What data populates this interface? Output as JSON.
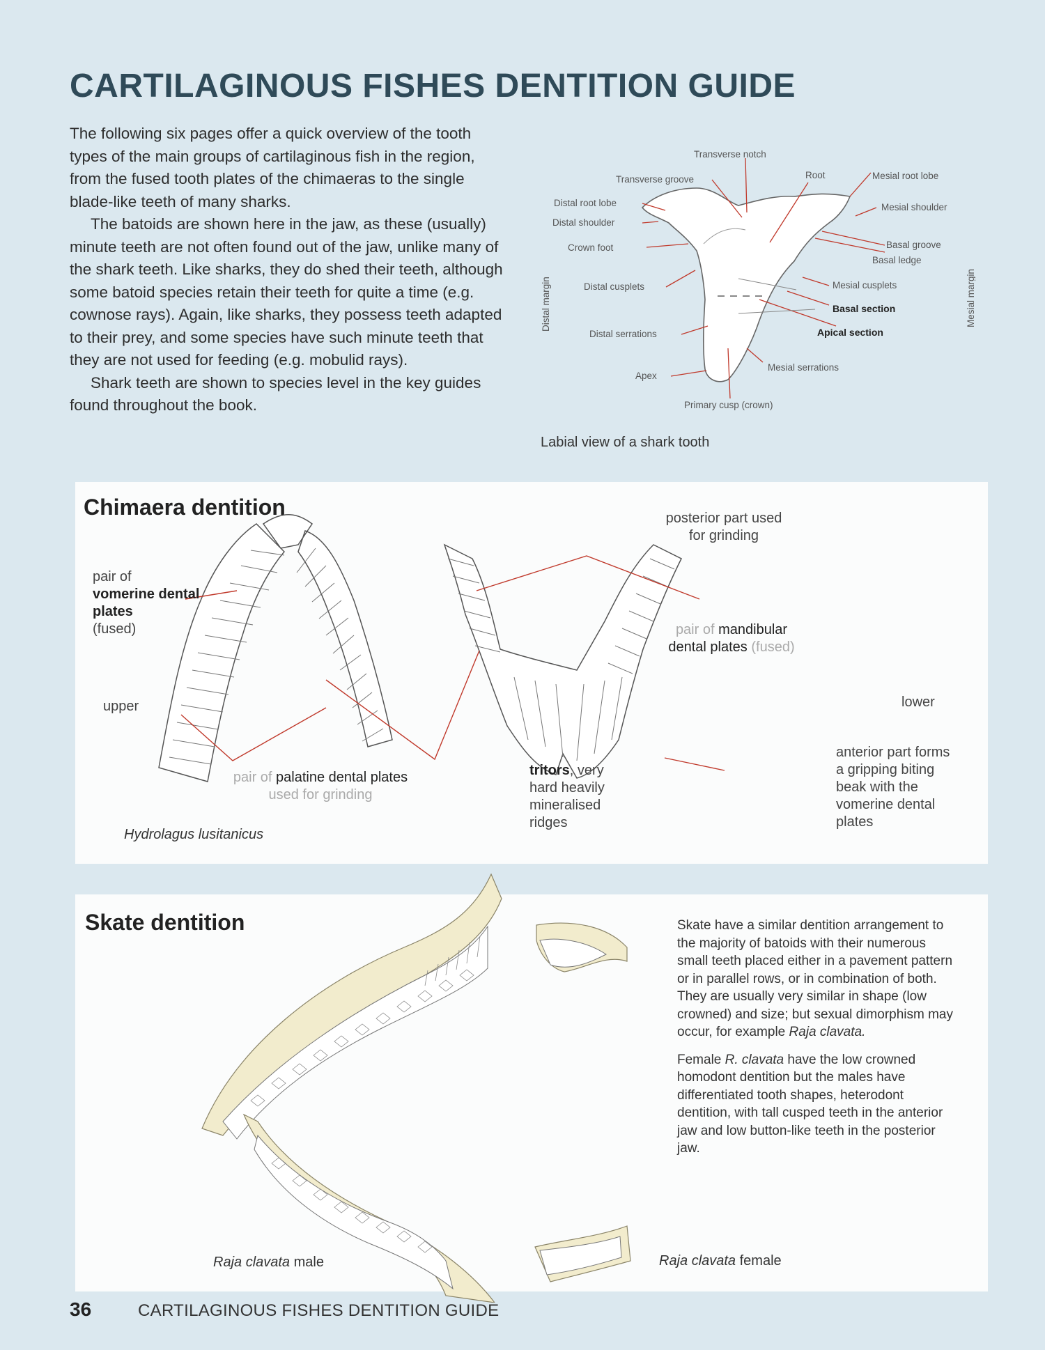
{
  "page": {
    "title": "CARTILAGINOUS FISHES DENTITION GUIDE",
    "intro": [
      "The following six pages offer a quick overview of the tooth types of the main groups of cartilaginous fish in the region, from the fused tooth plates of the chimaeras to the single blade-like teeth of many sharks.",
      "The batoids are shown here in the jaw, as these (usually) minute teeth are not often found out of the jaw, unlike many of the shark teeth. Like sharks, they do shed their teeth, although some batoid species retain their teeth for quite a time (e.g. cownose rays). Again, like sharks, they possess teeth adapted to their prey, and some species have such minute teeth that they are not used for feeding (e.g. mobulid rays).",
      "Shark teeth are shown to species level in the key guides found throughout the book."
    ]
  },
  "tooth": {
    "labels": {
      "transverse_notch": "Transverse notch",
      "transverse_groove": "Transverse groove",
      "root": "Root",
      "mesial_root_lobe": "Mesial root lobe",
      "distal_root_lobe": "Distal root lobe",
      "mesial_shoulder": "Mesial shoulder",
      "distal_shoulder": "Distal shoulder",
      "crown_foot": "Crown foot",
      "basal_groove": "Basal groove",
      "basal_ledge": "Basal ledge",
      "distal_cusplets": "Distal cusplets",
      "mesial_cusplets": "Mesial cusplets",
      "basal_section": "Basal section",
      "apical_section": "Apical section",
      "distal_serrations": "Distal serrations",
      "mesial_serrations": "Mesial serrations",
      "apex": "Apex",
      "primary_cusp": "Primary cusp (crown)",
      "distal_margin": "Distal margin",
      "mesial_margin": "Mesial margin"
    },
    "caption": "Labial view of a shark tooth"
  },
  "chimaera": {
    "heading": "Chimaera dentition",
    "vomerine_pre": "pair of",
    "vomerine_main": "vomerine dental plates",
    "vomerine_post": "(fused)",
    "upper": "upper",
    "lower": "lower",
    "posterior": "posterior part used for grinding",
    "mandibular_pre": "pair of",
    "mandibular_main": "mandibular dental plates",
    "mandibular_post": "(fused)",
    "palatine_pre": "pair of",
    "palatine_main": "palatine dental plates",
    "palatine_post": "used for grinding",
    "tritors_bold": "tritors",
    "tritors_rest": ", very hard heavily mineralised ridges",
    "anterior": "anterior part forms a gripping biting beak with the vomerine dental plates",
    "species": "Hydrolagus lusitanicus"
  },
  "skate": {
    "heading": "Skate dentition",
    "para1_text": "Skate have a similar dentition arrangement to the majority of batoids with their numerous small teeth placed either in a pavement pattern or in parallel rows, or in combination of both. They are usually very similar in shape (low crowned) and size; but sexual dimorphism may occur, for example",
    "para1_species": "Raja clavata.",
    "para2_pre": "Female",
    "para2_species": "R. clavata",
    "para2_rest": "have the low crowned homodont dentition but the males have differentiated tooth shapes, heterodont dentition, with tall cusped teeth in the anterior jaw and low button-like teeth in the posterior jaw.",
    "male_species": "Raja clavata",
    "male_suffix": " male",
    "female_species": "Raja clavata",
    "female_suffix": " female"
  },
  "footer": {
    "page_number": "36",
    "title": "CARTILAGINOUS FISHES DENTITION GUIDE"
  }
}
